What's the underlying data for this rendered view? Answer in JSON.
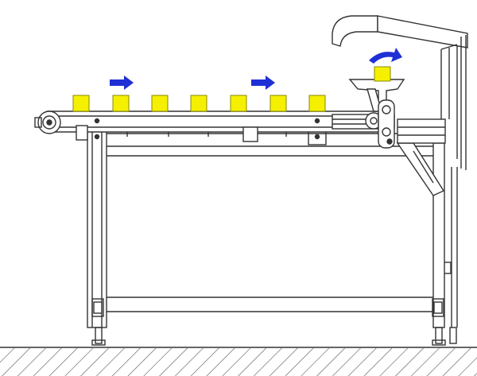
{
  "colors": {
    "line": "#333333",
    "frame_fill": "#ffffff",
    "product_fill": "#f5f000",
    "product_stroke": "#888800",
    "arrow_fill": "#1f2fd6",
    "hatch": "#555555"
  },
  "products": {
    "on_conveyor_count": 7,
    "in_flipper_count": 1
  },
  "flow_arrows": {
    "direction": "right",
    "count": 2
  },
  "rotation_arrow": {
    "direction": "clockwise"
  }
}
